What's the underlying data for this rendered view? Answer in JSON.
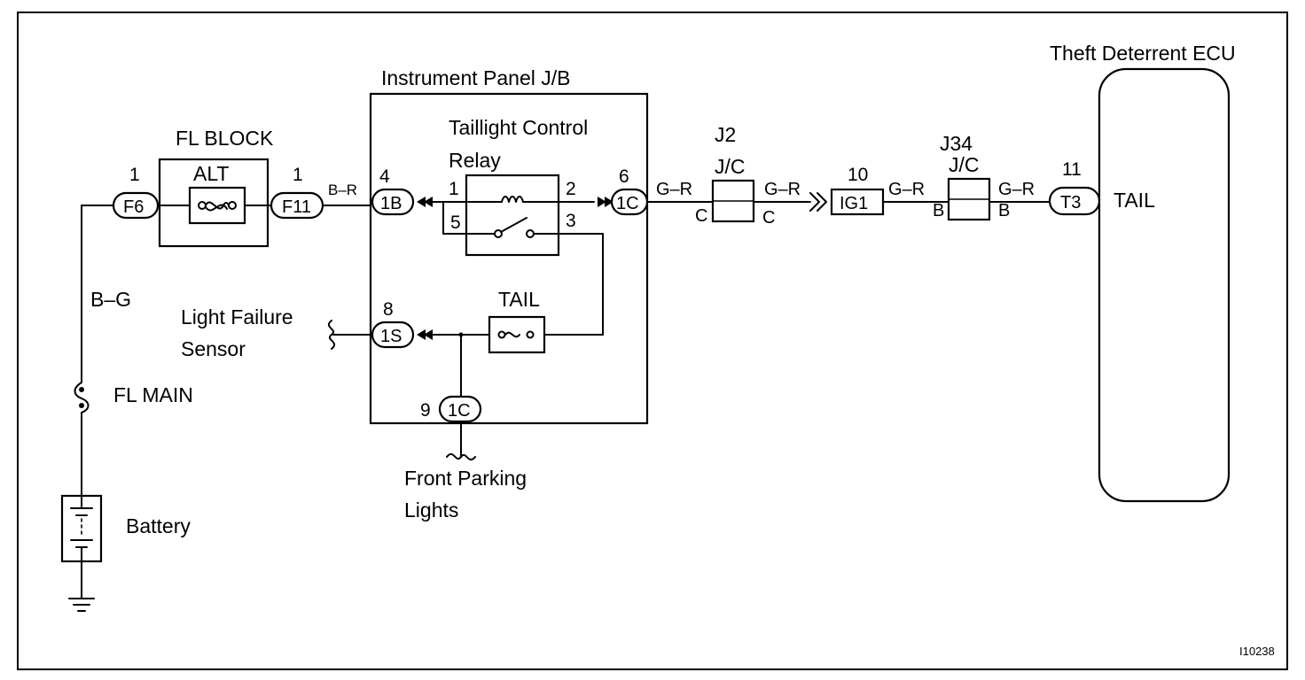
{
  "diagram": {
    "components": {
      "theft_ecu": "Theft Deterrent ECU",
      "instrument_panel_jb": "Instrument Panel J/B",
      "fl_block": "FL BLOCK",
      "alt_fuse": "ALT",
      "taillight_relay_line1": "Taillight Control",
      "taillight_relay_line2": "Relay",
      "tail_fuse": "TAIL",
      "light_failure_line1": "Light Failure",
      "light_failure_line2": "Sensor",
      "fl_main": "FL MAIN",
      "battery": "Battery",
      "front_parking_line1": "Front Parking",
      "front_parking_line2": "Lights",
      "j2": "J2",
      "j2_jc": "J/C",
      "j34": "J34",
      "j34_jc": "J/C",
      "ecu_terminal": "TAIL"
    },
    "connectors": {
      "f6": "F6",
      "f6_pin": "1",
      "f11": "F11",
      "f11_pin": "1",
      "c1b": "1B",
      "c1b_pin": "4",
      "c1c_a": "1C",
      "c1c_a_pin": "6",
      "c1s": "1S",
      "c1s_pin": "8",
      "c1c_b": "1C",
      "c1c_b_pin": "9",
      "ig1": "IG1",
      "ig1_pin": "10",
      "t3": "T3",
      "t3_pin": "11"
    },
    "relay_pins": {
      "p1": "1",
      "p2": "2",
      "p3": "3",
      "p5": "5"
    },
    "junction_pins": {
      "j2_left": "C",
      "j2_right": "C",
      "j34_left": "B",
      "j34_right": "B"
    },
    "wire_colors": {
      "f11_to_1b": "B–R",
      "b_g": "B–G",
      "1c_to_j2": "G–R",
      "j2_to_ig1": "G–R",
      "ig1_to_j34": "G–R",
      "j34_to_t3": "G–R"
    },
    "figure_id": "I10238"
  }
}
